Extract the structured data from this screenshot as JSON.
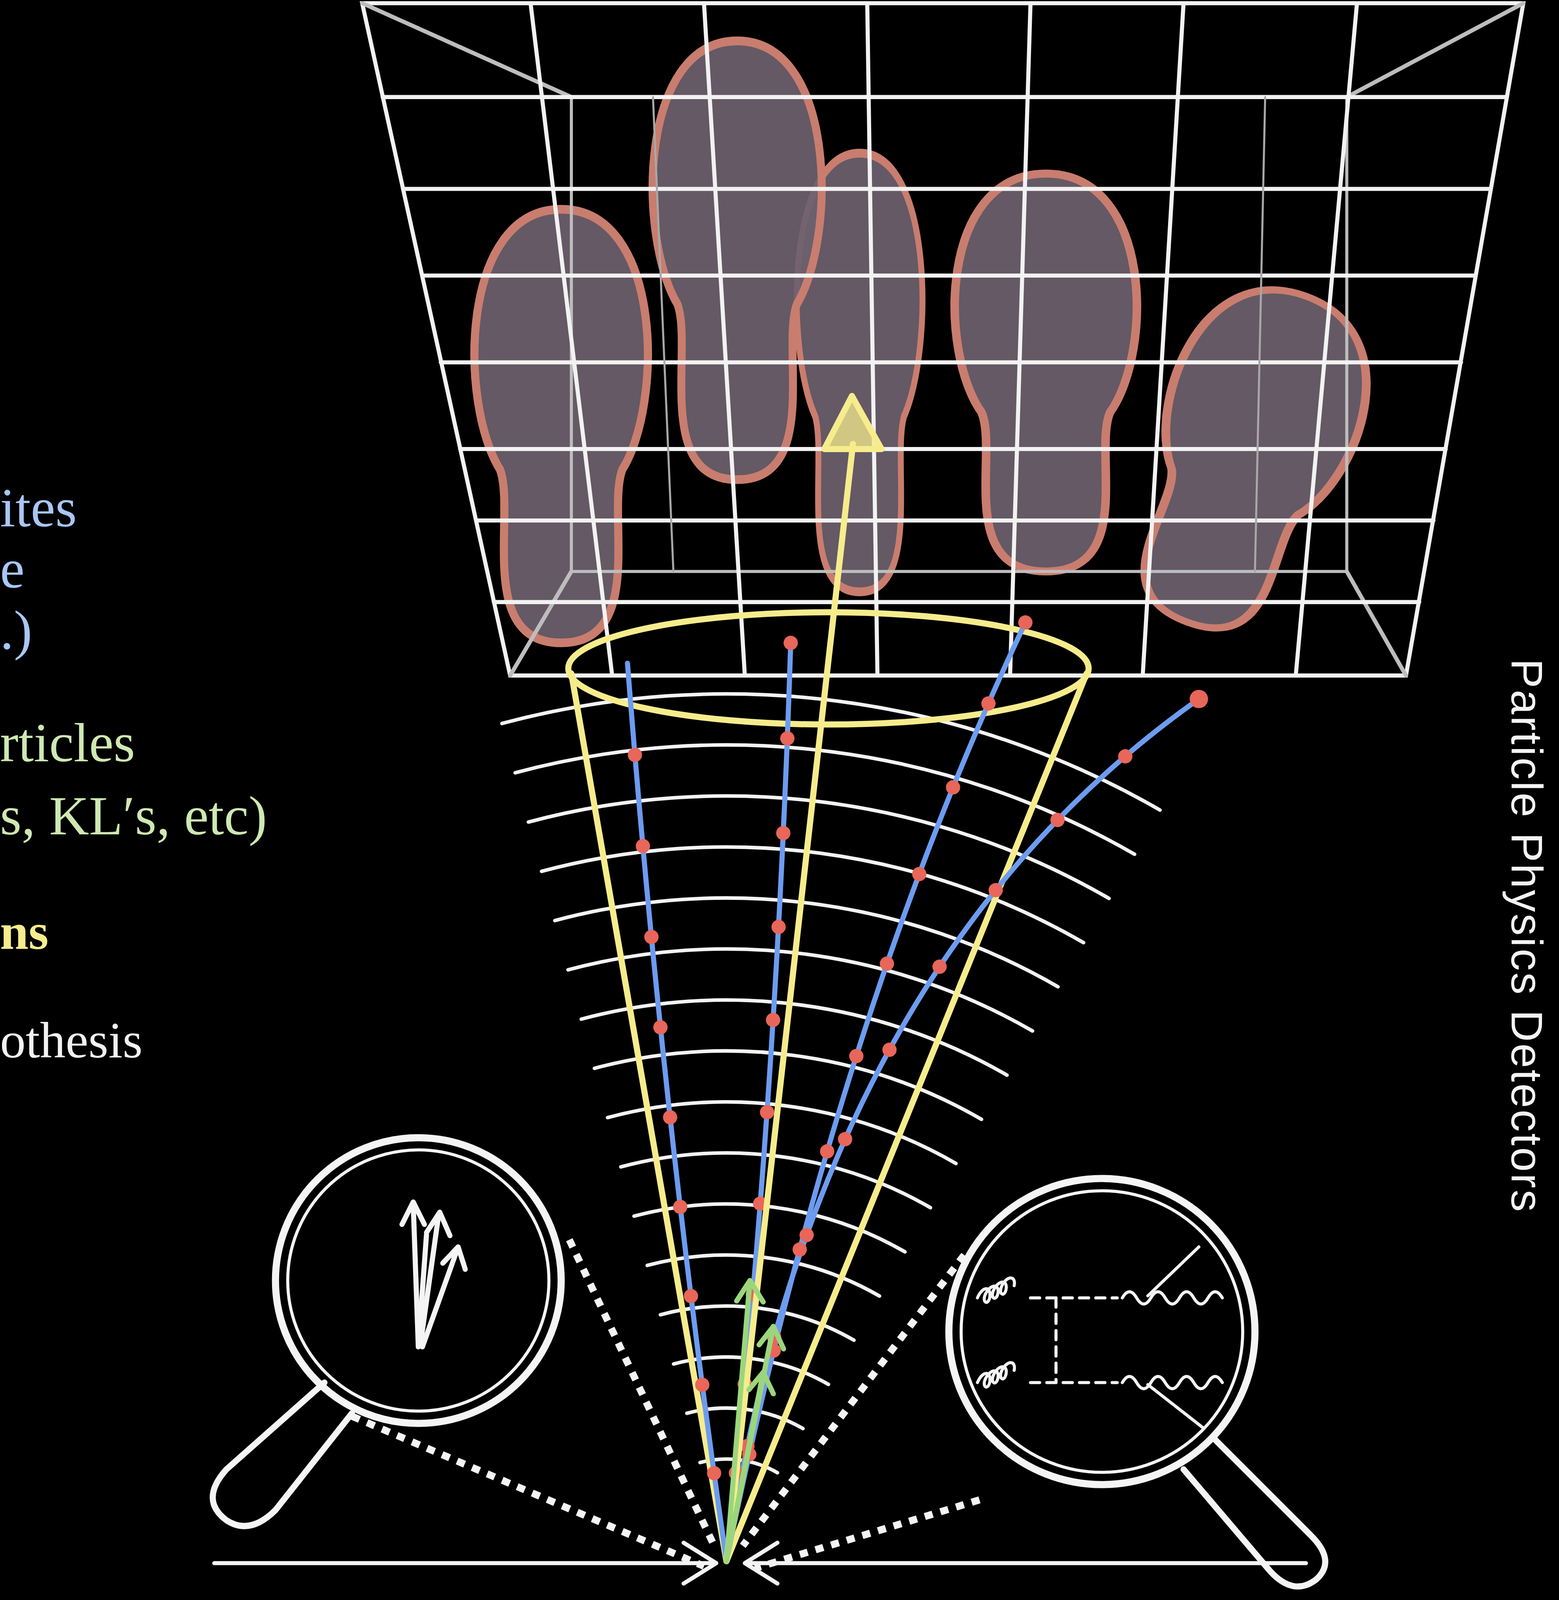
{
  "diagram": {
    "labels": [
      "ites",
      "e",
      ".)",
      "rticles",
      "s, KL′s, etc)",
      "ns",
      "othesis",
      "Particle Physics Detectors"
    ]
  }
}
